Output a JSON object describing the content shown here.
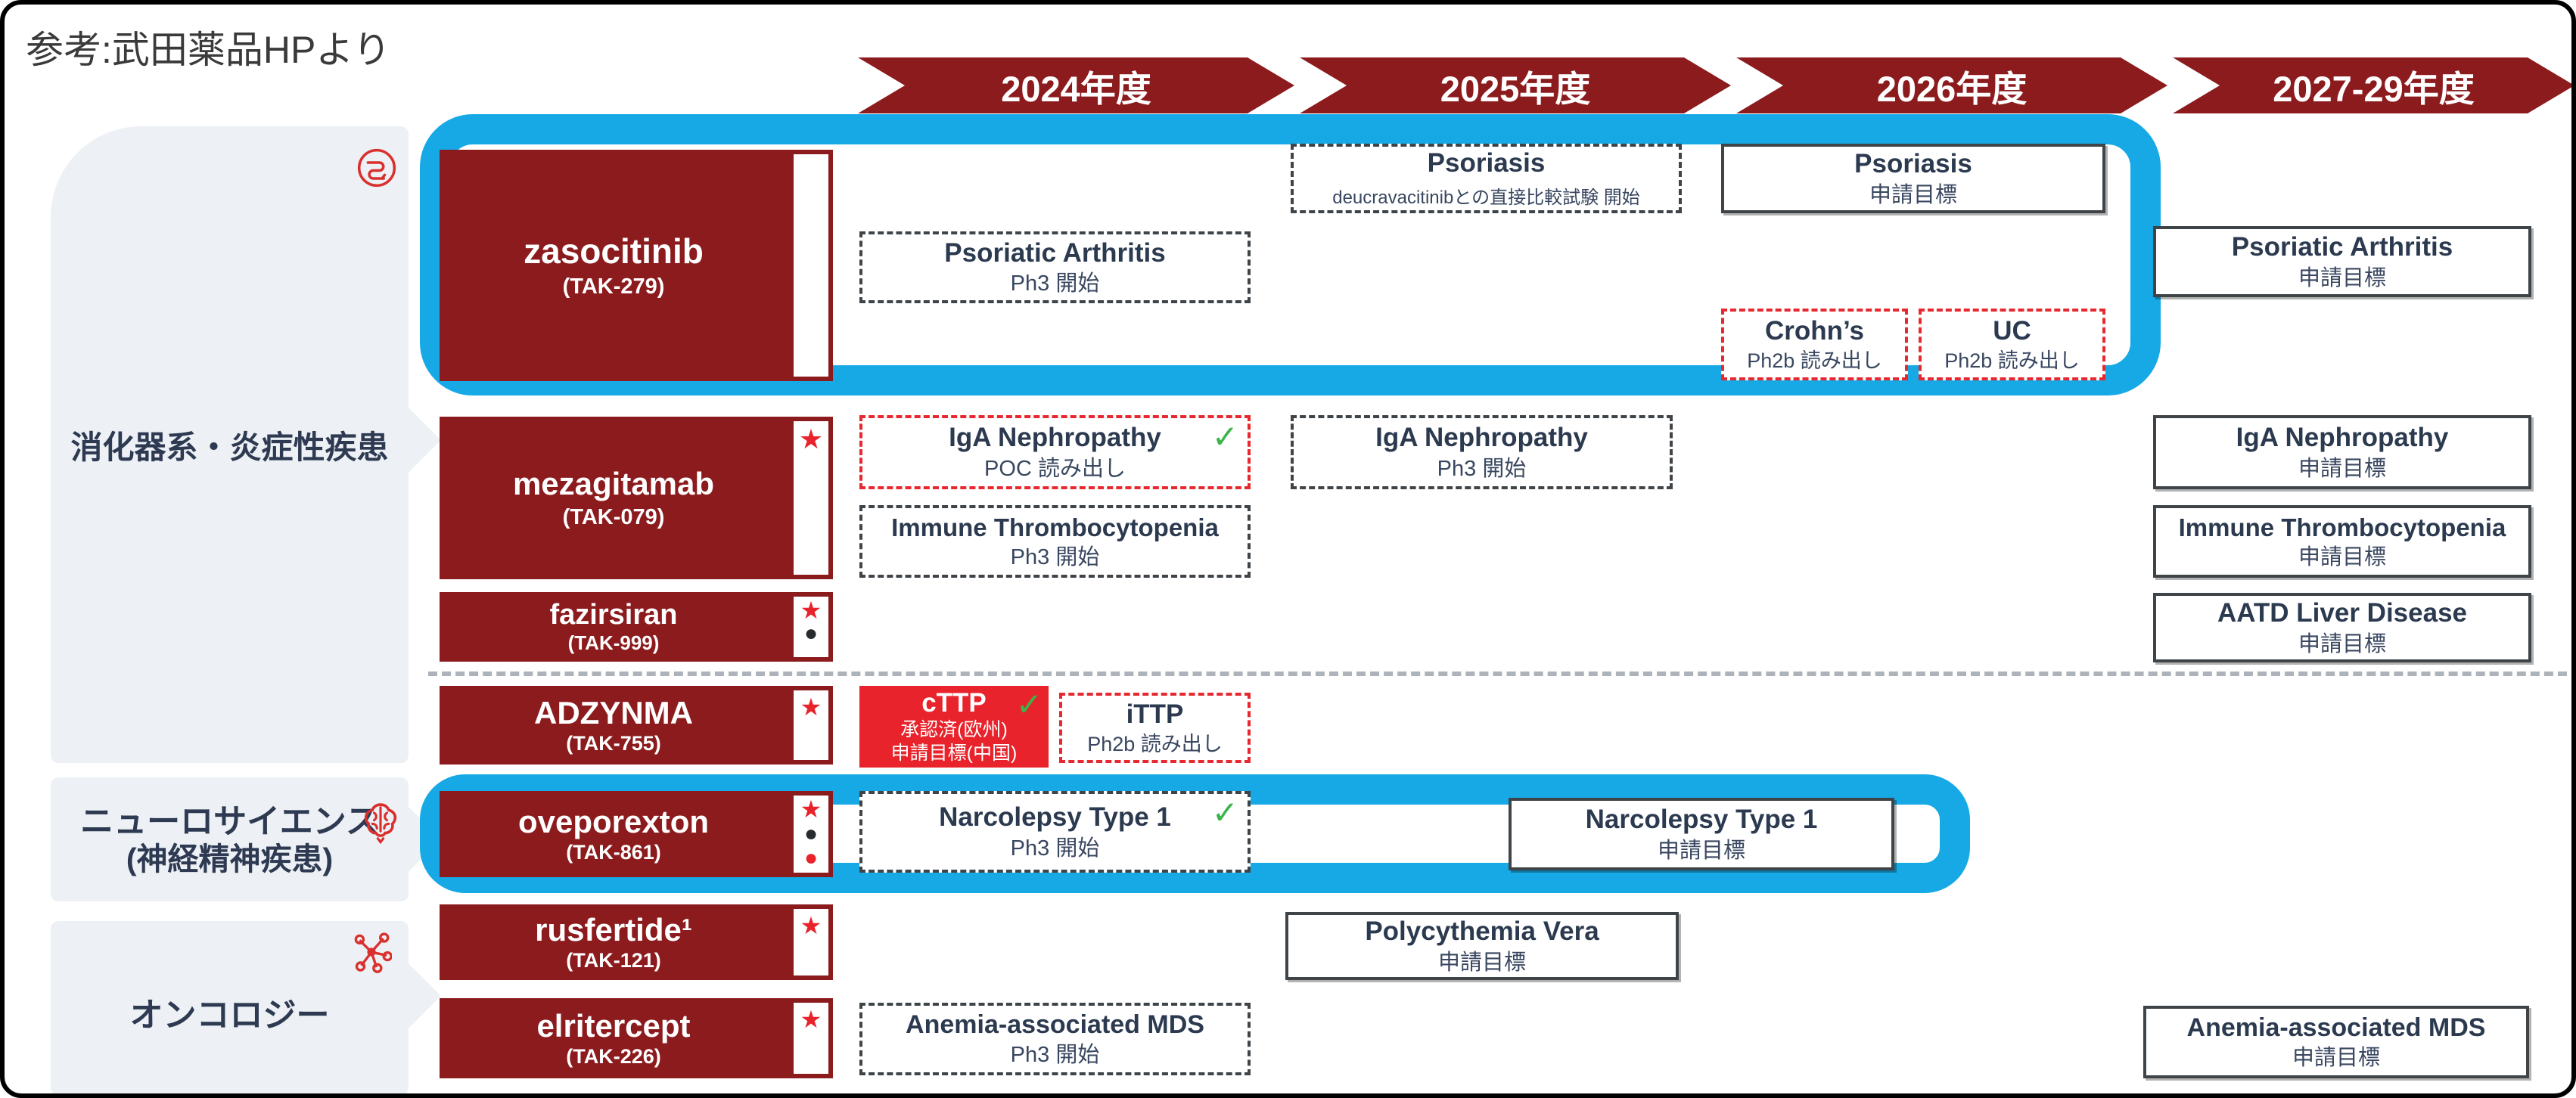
{
  "title": "参考:武田薬品HPより",
  "colors": {
    "dark_red": "#8C1B1E",
    "bright_red": "#E8232B",
    "highlight_blue": "#16A9E6",
    "box_text_navy": "#2C3A50",
    "category_bg": "#EDF1F5",
    "check_green": "#3AB54A"
  },
  "years": [
    "2024年度",
    "2025年度",
    "2026年度",
    "2027-29年度"
  ],
  "categories": {
    "gi": {
      "label": "消化器系・炎症性疾患",
      "icon": "intestine-icon"
    },
    "neuro": {
      "line1": "ニューロサイエンス",
      "line2": "(神経精神疾患)",
      "icon": "brain-icon"
    },
    "onco": {
      "label": "オンコロジー",
      "icon": "molecule-icon"
    }
  },
  "drugs": {
    "zasocitinib": {
      "name": "zasocitinib",
      "code": "(TAK-279)",
      "markers": []
    },
    "mezagitamab": {
      "name": "mezagitamab",
      "code": "(TAK-079)",
      "markers": [
        "star"
      ]
    },
    "fazirsiran": {
      "name": "fazirsiran",
      "code": "(TAK-999)",
      "markers": [
        "star",
        "black-dot"
      ]
    },
    "adzynma": {
      "name": "ADZYNMA",
      "code": "(TAK-755)",
      "markers": [
        "star"
      ]
    },
    "oveporexton": {
      "name": "oveporexton",
      "code": "(TAK-861)",
      "markers": [
        "star",
        "black-dot",
        "red-dot"
      ]
    },
    "rusfertide": {
      "name": "rusfertide¹",
      "code": "(TAK-121)",
      "markers": [
        "star"
      ]
    },
    "elritercept": {
      "name": "elritercept",
      "code": "(TAK-226)",
      "markers": [
        "star"
      ]
    }
  },
  "milestones": {
    "psa_ph3": {
      "title": "Psoriatic Arthritis",
      "subtitle": "Ph3 開始"
    },
    "pso_h2h": {
      "title": "Psoriasis",
      "subtitle": "deucravacitinibとの直接比較試験 開始"
    },
    "pso_filing": {
      "title": "Psoriasis",
      "subtitle": "申請目標"
    },
    "crohns": {
      "title": "Crohn’s",
      "subtitle": "Ph2b 読み出し"
    },
    "uc": {
      "title": "UC",
      "subtitle": "Ph2b 読み出し"
    },
    "psa_filing": {
      "title": "Psoriatic Arthritis",
      "subtitle": "申請目標"
    },
    "iga_poc": {
      "title": "IgA Nephropathy",
      "subtitle": "POC 読み出し",
      "achieved": true
    },
    "iga_ph3": {
      "title": "IgA Nephropathy",
      "subtitle": "Ph3 開始"
    },
    "itp_ph3": {
      "title": "Immune Thrombocytopenia",
      "subtitle": "Ph3 開始"
    },
    "iga_filing": {
      "title": "IgA Nephropathy",
      "subtitle": "申請目標"
    },
    "itp_filing": {
      "title": "Immune Thrombocytopenia",
      "subtitle": "申請目標"
    },
    "aatd_filing": {
      "title": "AATD Liver Disease",
      "subtitle": "申請目標"
    },
    "cttp": {
      "title": "cTTP",
      "subtitle": "承認済(欧州)",
      "subtitle2": "申請目標(中国)",
      "achieved": true
    },
    "ittp": {
      "title": "iTTP",
      "subtitle": "Ph2b 読み出し"
    },
    "nt1_ph3": {
      "title": "Narcolepsy Type 1",
      "subtitle": "Ph3 開始",
      "achieved": true
    },
    "nt1_filing": {
      "title": "Narcolepsy Type 1",
      "subtitle": "申請目標"
    },
    "pv_filing": {
      "title": "Polycythemia Vera",
      "subtitle": "申請目標"
    },
    "mds_ph3": {
      "title": "Anemia-associated MDS",
      "subtitle": "Ph3 開始"
    },
    "mds_filing": {
      "title": "Anemia-associated MDS",
      "subtitle": "申請目標"
    }
  }
}
